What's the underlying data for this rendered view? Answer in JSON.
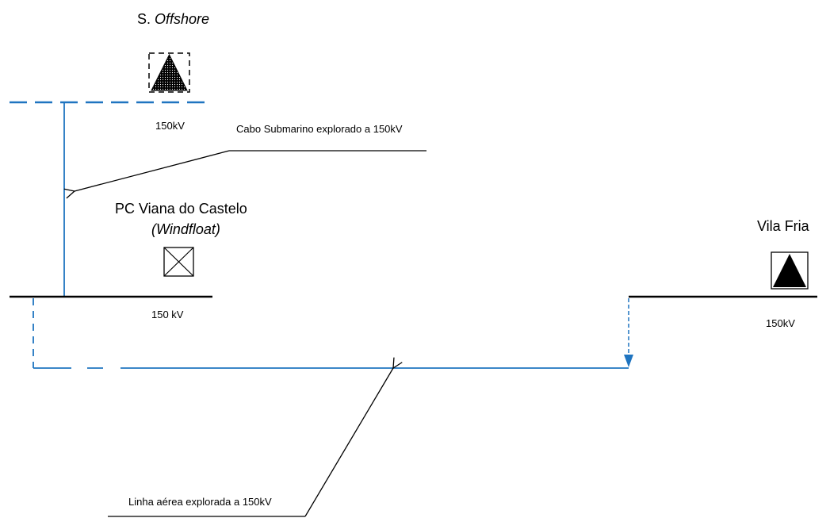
{
  "offshore": {
    "prefix": "S.",
    "name": "Offshore",
    "voltage": "150kV"
  },
  "viana": {
    "name": "PC Viana do Castelo",
    "subtitle": "(Windfloat)",
    "voltage": "150 kV"
  },
  "vila_fria": {
    "name": "Vila Fria",
    "voltage": "150kV"
  },
  "annotations": {
    "submarine_cable": "Cabo Submarino explorado a 150kV",
    "overhead_line": "Linha aérea explorada a 150kV"
  },
  "colors": {
    "line_blue": "#1f74c0",
    "busbar": "#000000"
  },
  "icons": [
    "substation-triangle-dashed-icon",
    "windfloat-box-x-icon",
    "substation-triangle-icon"
  ]
}
